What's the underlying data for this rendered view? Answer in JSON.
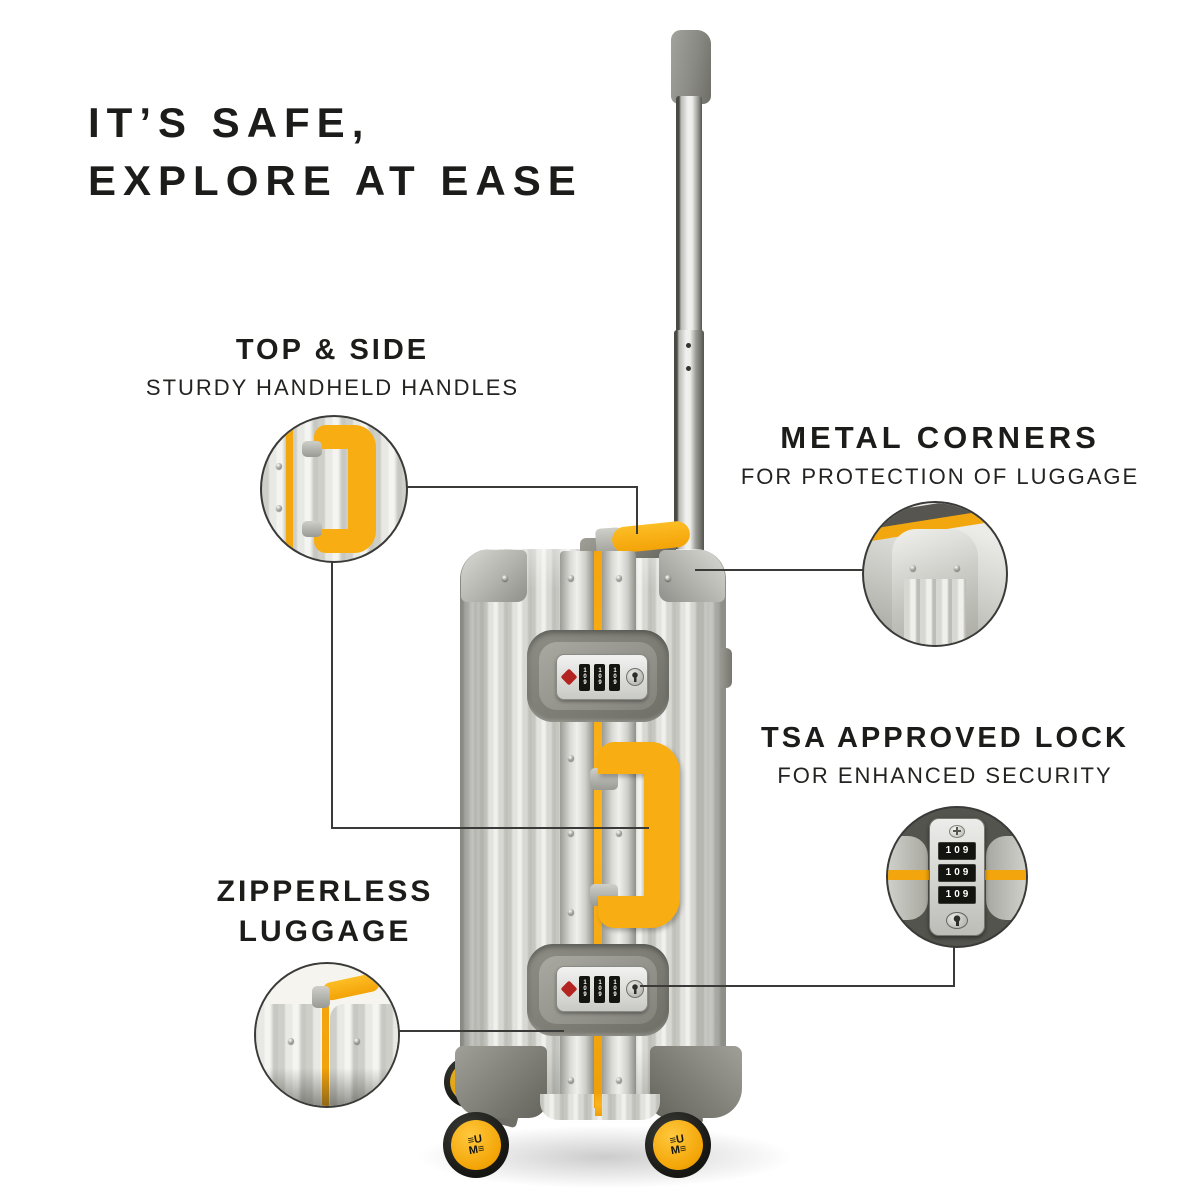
{
  "title": {
    "line1": "IT’S SAFE,",
    "line2": "EXPLORE AT EASE"
  },
  "callouts": {
    "handles": {
      "heading": "TOP & SIDE",
      "subheading": "STURDY HANDHELD HANDLES"
    },
    "corners": {
      "heading": "METAL CORNERS",
      "subheading": "FOR PROTECTION OF LUGGAGE"
    },
    "lock": {
      "heading": "TSA APPROVED LOCK",
      "subheading": "FOR ENHANCED SECURITY"
    },
    "zipperless": {
      "heading_line1": "ZIPPERLESS",
      "heading_line2": "LUGGAGE"
    }
  },
  "lock_detail": {
    "dial_rows": [
      "109",
      "109",
      "109"
    ]
  },
  "wheel_logo": {
    "row1": "≡U",
    "row2": "M≡"
  },
  "colors": {
    "accent_yellow": "#F7AB10",
    "text": "#1C1C1A",
    "leader_line": "#3A3A38",
    "tsa_red": "#B3231F"
  }
}
